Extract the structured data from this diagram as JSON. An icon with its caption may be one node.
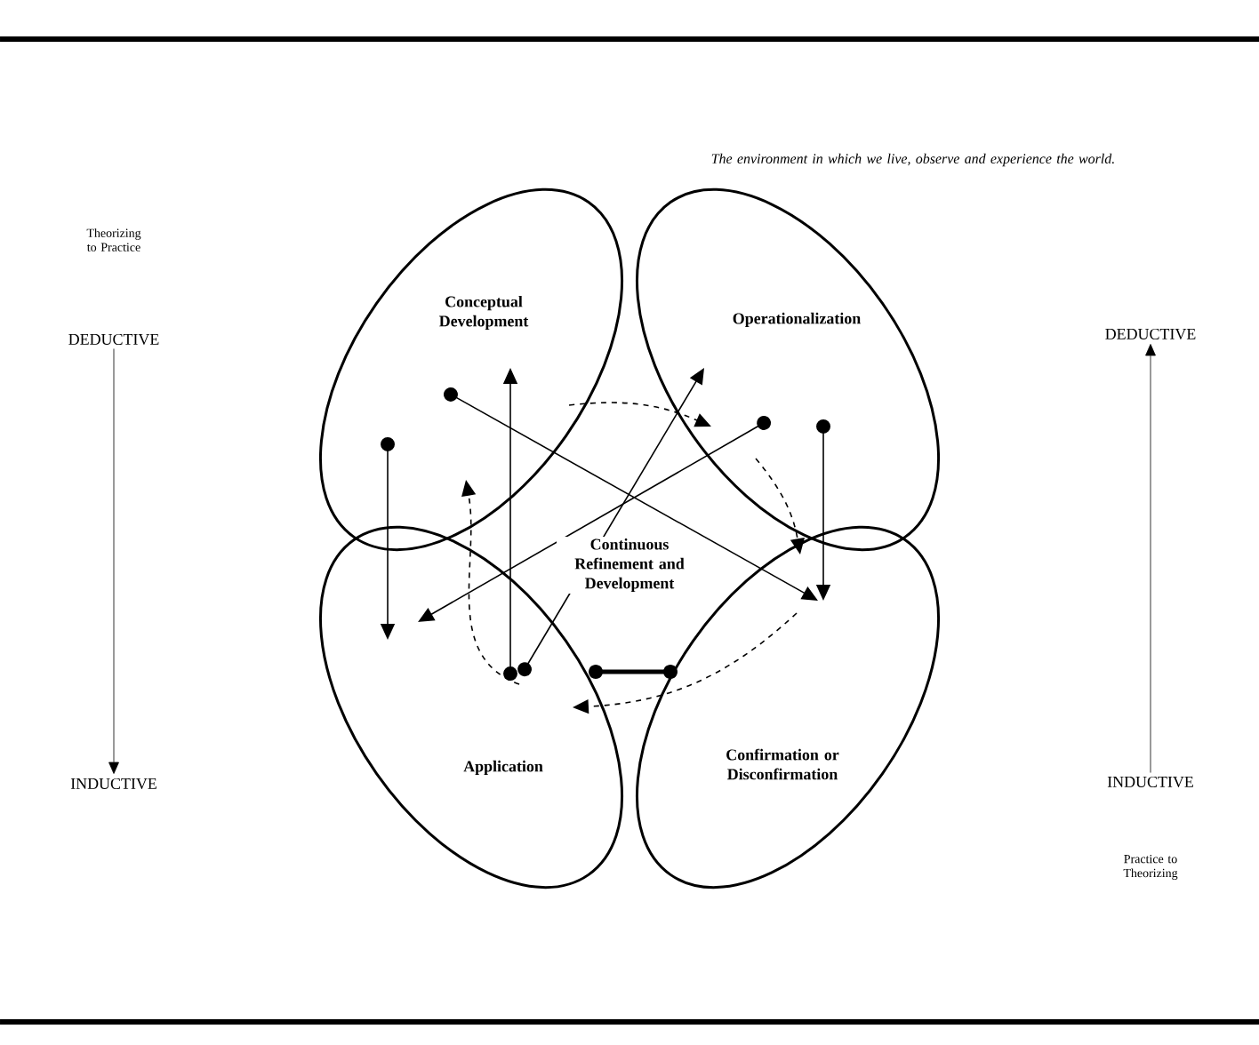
{
  "diagram": {
    "nodes": [
      {
        "text": [
          "Conceptual Development"
        ]
      },
      {
        "text": [
          "Operationalization"
        ]
      },
      {
        "text": [
          "Application"
        ]
      },
      {
        "text": [
          "Confirmation or Disconfirmation"
        ]
      },
      {
        "text": [
          "DEDUCTIVE"
        ]
      },
      {
        "text": [
          "INDUCTIVE"
        ]
      },
      {
        "text": [
          "DEDUCTIVE"
        ]
      },
      {
        "text": [
          "INDUCTIVE"
        ]
      }
    ],
    "edges": [
      {
        "from": 4,
        "to": 5,
        "arrow": "to"
      },
      {
        "from": 7,
        "to": 6,
        "arrow": "to"
      },
      {
        "from": 0,
        "to": 3,
        "arrow": "to"
      },
      {
        "from": 1,
        "to": 2,
        "arrow": "to"
      },
      {
        "from": 0,
        "to": 2,
        "arrow": "to"
      },
      {
        "from": 1,
        "to": 3,
        "arrow": "to"
      },
      {
        "from": 2,
        "to": 0,
        "arrow": "to"
      },
      {
        "from": 2,
        "to": 1,
        "arrow": "to"
      },
      {
        "from": 0,
        "to": 1,
        "arrow": "to",
        "style": "dashed"
      },
      {
        "from": 1,
        "to": 3,
        "arrow": "to",
        "style": "dashed"
      },
      {
        "from": 3,
        "to": 2,
        "arrow": "to",
        "style": "dashed"
      },
      {
        "from": 2,
        "to": 0,
        "arrow": "to",
        "style": "dashed"
      },
      {
        "from": 2,
        "to": 3,
        "arrow": "other",
        "style": "thick"
      }
    ],
    "labels": [
      "The environment in which we live, observe and experience the world.",
      "Theorizing to Practice",
      "Continuous Refinement and Development",
      "Practice to Theorizing"
    ]
  }
}
